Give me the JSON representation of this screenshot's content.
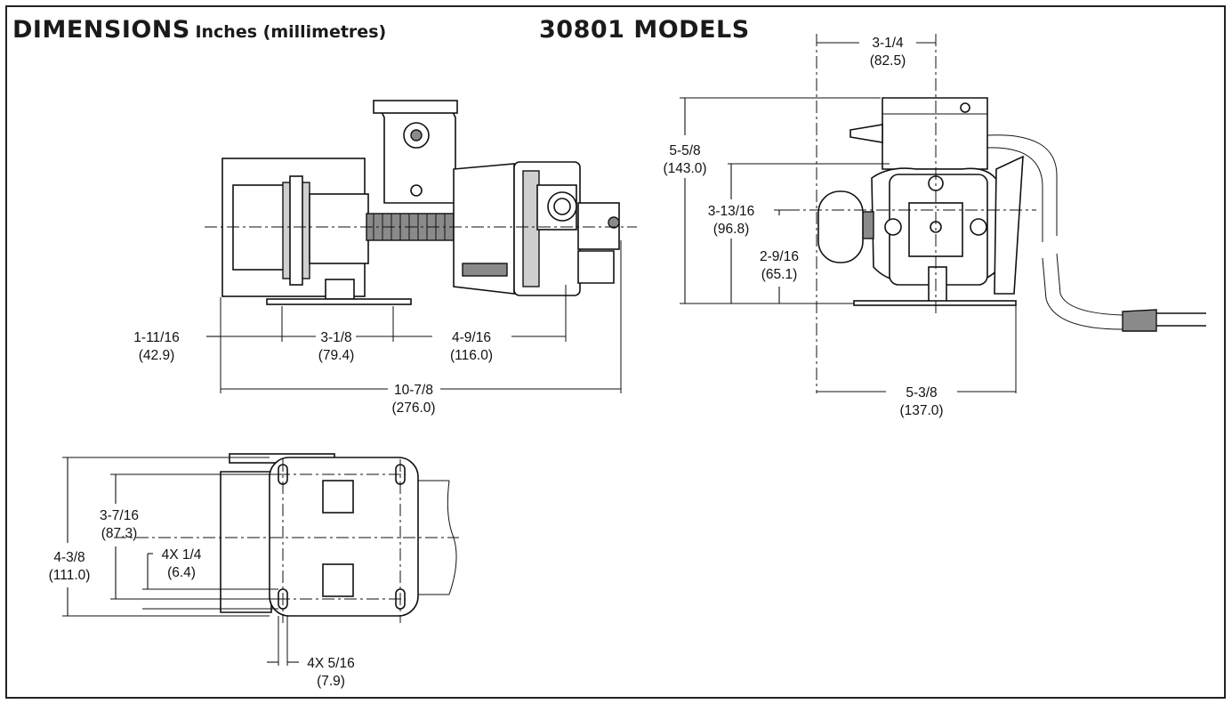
{
  "header": {
    "title": "DIMENSIONS",
    "units": "Inches (millimetres)",
    "model": "30801 MODELS"
  },
  "side_view": {
    "dim_left": {
      "in": "1-11/16",
      "mm": "(42.9)"
    },
    "dim_mid": {
      "in": "3-1/8",
      "mm": "(79.4)"
    },
    "dim_right": {
      "in": "4-9/16",
      "mm": "(116.0)"
    },
    "dim_overall": {
      "in": "10-7/8",
      "mm": "(276.0)"
    }
  },
  "end_view": {
    "dim_top": {
      "in": "3-1/4",
      "mm": "(82.5)"
    },
    "dim_height": {
      "in": "5-5/8",
      "mm": "(143.0)"
    },
    "dim_mid_height": {
      "in": "3-13/16",
      "mm": "(96.8)"
    },
    "dim_center_height": {
      "in": "2-9/16",
      "mm": "(65.1)"
    },
    "dim_base_width": {
      "in": "5-3/8",
      "mm": "(137.0)"
    }
  },
  "base_view": {
    "dim_overall_width": {
      "in": "4-3/8",
      "mm": "(111.0)"
    },
    "dim_hole_spacing": {
      "in": "3-7/16",
      "mm": "(87.3)"
    },
    "dim_slot_width": {
      "in": "4X 1/4",
      "mm": "(6.4)"
    },
    "dim_slot_length": {
      "in": "4X 5/16",
      "mm": "(7.9)"
    }
  }
}
